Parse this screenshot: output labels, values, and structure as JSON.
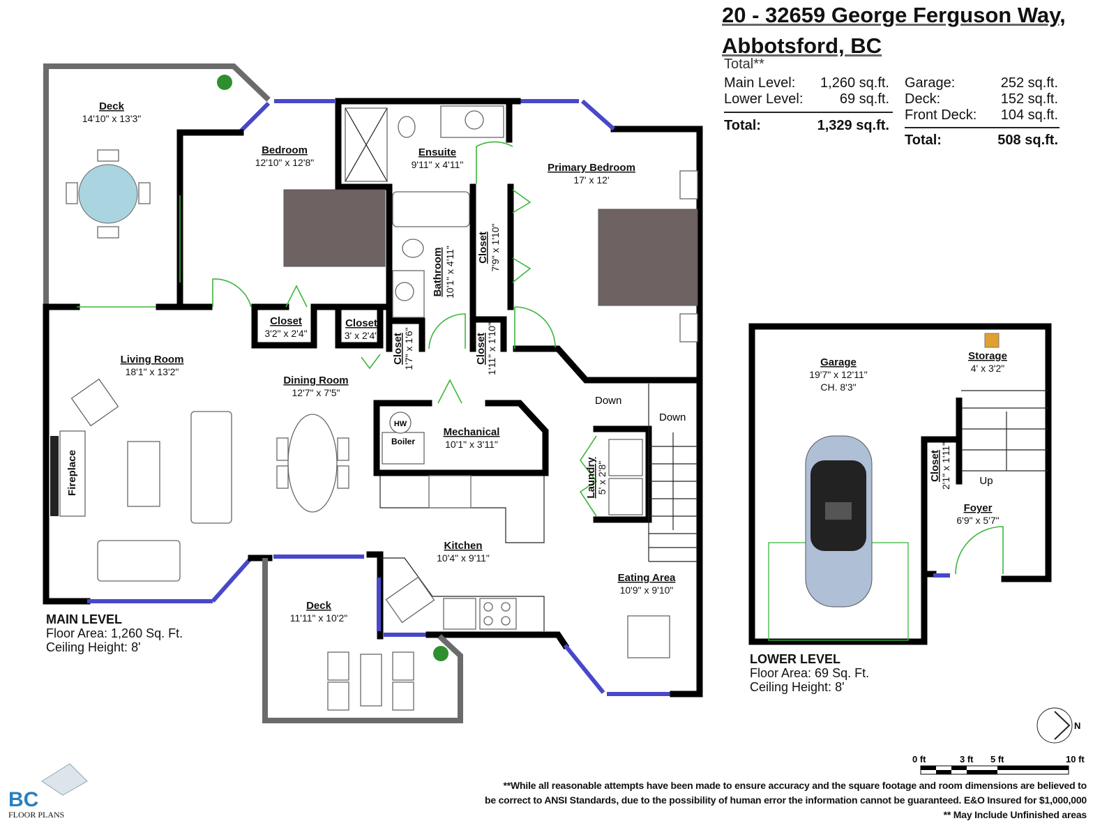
{
  "header": {
    "address_line1": "20 - 32659 George Ferguson Way,",
    "address_line2": "Abbotsford, BC",
    "total_label": "Total**",
    "living": [
      {
        "label": "Main Level:",
        "value": "1,260 sq.ft."
      },
      {
        "label": "Lower Level:",
        "value": "69 sq.ft."
      }
    ],
    "living_total": {
      "label": "Total:",
      "value": "1,329 sq.ft."
    },
    "other": [
      {
        "label": "Garage:",
        "value": "252 sq.ft."
      },
      {
        "label": "Deck:",
        "value": "152 sq.ft."
      },
      {
        "label": "Front Deck:",
        "value": "104 sq.ft."
      }
    ],
    "other_total": {
      "label": "Total:",
      "value": "508 sq.ft."
    }
  },
  "rooms": {
    "deck_top": {
      "name": "Deck",
      "dims": "14'10\" x 13'3\""
    },
    "bedroom": {
      "name": "Bedroom",
      "dims": "12'10\" x 12'8\""
    },
    "ensuite": {
      "name": "Ensuite",
      "dims": "9'11\" x 4'11\""
    },
    "primary_bedroom": {
      "name": "Primary Bedroom",
      "dims": "17' x 12'"
    },
    "bathroom": {
      "name": "Bathroom",
      "dims": "10'1\" x 4'11\""
    },
    "closet_wi": {
      "name": "Closet",
      "dims": "7'9\" x 1'10\""
    },
    "closet_a": {
      "name": "Closet",
      "dims": "3'2\" x 2'4\""
    },
    "closet_b": {
      "name": "Closet",
      "dims": "3' x 2'4\""
    },
    "closet_c": {
      "name": "Closet",
      "dims": "1'7\" x 1'6\""
    },
    "closet_d": {
      "name": "Closet",
      "dims": "1'11\" x 1'10\""
    },
    "living_room": {
      "name": "Living Room",
      "dims": "18'1\" x 13'2\""
    },
    "dining_room": {
      "name": "Dining Room",
      "dims": "12'7\" x 7'5\""
    },
    "mechanical": {
      "name": "Mechanical",
      "dims": "10'1\" x 3'11\""
    },
    "laundry": {
      "name": "Laundry",
      "dims": "5' x 2'8\""
    },
    "kitchen": {
      "name": "Kitchen",
      "dims": "10'4\" x 9'11\""
    },
    "deck_bottom": {
      "name": "Deck",
      "dims": "11'11\" x 10'2\""
    },
    "eating_area": {
      "name": "Eating Area",
      "dims": "10'9\" x 9'10\""
    },
    "garage": {
      "name": "Garage",
      "dims": "19'7\" x 12'11\"",
      "ceiling": "CH. 8'3\""
    },
    "storage": {
      "name": "Storage",
      "dims": "4' x 3'2\""
    },
    "closet_lower": {
      "name": "Closet",
      "dims": "2'1\" x 1'11\""
    },
    "foyer": {
      "name": "Foyer",
      "dims": "6'9\" x 5'7\""
    }
  },
  "fixtures": {
    "fireplace": "Fireplace",
    "hot_water": "HW",
    "boiler": "Boiler",
    "stairs_down_1": "Down",
    "stairs_down_2": "Down",
    "stairs_up": "Up"
  },
  "main_level": {
    "title": "MAIN LEVEL",
    "floor_area": "Floor Area: 1,260 Sq. Ft.",
    "ceiling": "Ceiling Height: 8'"
  },
  "lower_level": {
    "title": "LOWER LEVEL",
    "floor_area": "Floor Area: 69 Sq. Ft.",
    "ceiling": "Ceiling Height: 8'"
  },
  "compass": {
    "label": "N"
  },
  "scale": {
    "ticks": [
      "0 ft",
      "3 ft",
      "5 ft",
      "10 ft"
    ]
  },
  "disclaimer": {
    "line1": "**While all reasonable attempts have been made to ensure accuracy and the square footage and room dimensions are believed to",
    "line2": "be correct to ANSI Standards, due to the possibility of human error the information cannot be guaranteed. E&O Insured for $1,000,000",
    "line3": "** May Include Unfinished areas"
  },
  "logo": {
    "text1": "BC",
    "text2": "FLOOR PLANS"
  },
  "colors": {
    "wall": "#000000",
    "deck_wall": "#6b6b6b",
    "window": "#4848c8",
    "door": "#3cb53c",
    "furniture": "#6e6262",
    "car": "#aebfd6",
    "table_top": "#a9d4e0"
  }
}
